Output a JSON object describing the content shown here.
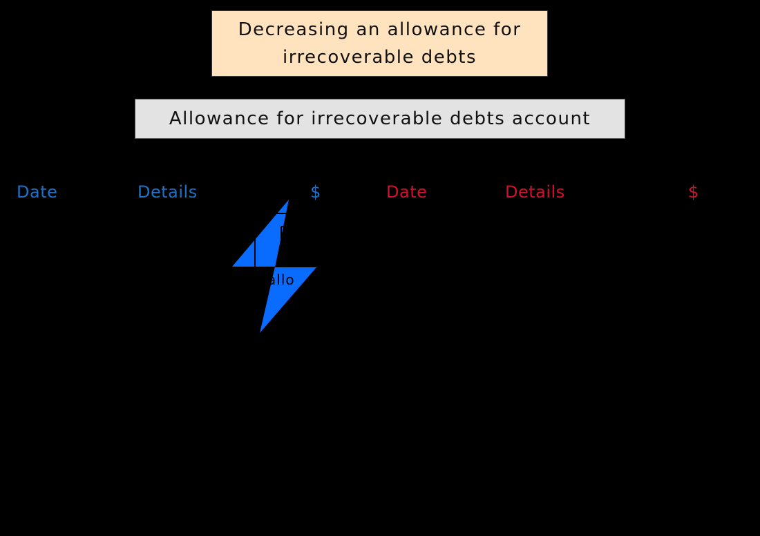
{
  "title": {
    "line1": "Decreasing an allowance for",
    "line2": "irrecoverable debts",
    "background": "#ffe3bf"
  },
  "account": {
    "name": "Allowance for irrecoverable debts account",
    "background": "#e3e3e3"
  },
  "t_account": {
    "debit_side": {
      "color": "#1a73c9",
      "headers": {
        "date": "Date",
        "details": "Details",
        "amount": "$"
      }
    },
    "credit_side": {
      "color": "#d5102d",
      "headers": {
        "date": "Date",
        "details": "Details",
        "amount": "$"
      }
    }
  },
  "overlay": {
    "icon": "lightning-bolt-icon",
    "color": "#0a6cff",
    "revealed_text": "allo"
  }
}
